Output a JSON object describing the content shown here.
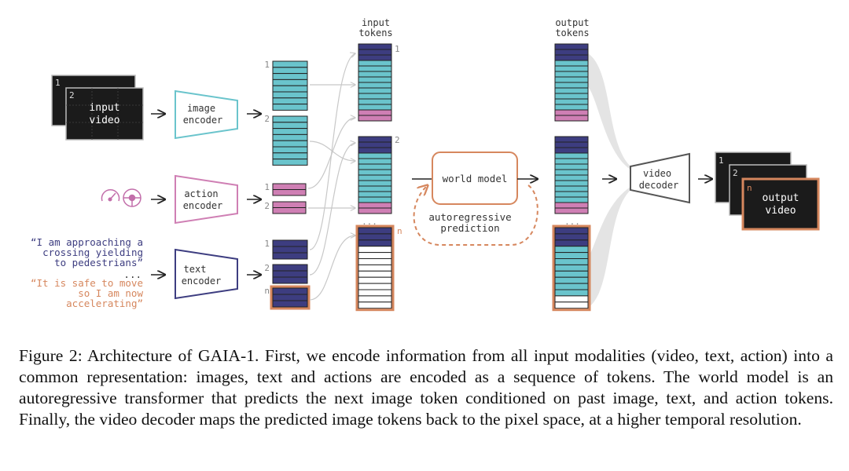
{
  "input_video": {
    "label_line1": "input",
    "label_line2": "video",
    "frame1_num": "1",
    "frame2_num": "2"
  },
  "image_encoder": {
    "line1": "image",
    "line2": "encoder"
  },
  "action_encoder": {
    "line1": "action",
    "line2": "encoder"
  },
  "text_encoder": {
    "line1": "text",
    "line2": "encoder"
  },
  "prompts": {
    "prompt1": [
      "“I am approaching a",
      "crossing yielding",
      "to pedestrians”"
    ],
    "ellipsis": "...",
    "prompt2": [
      "“It is safe to move",
      "so I am now",
      "accelerating”"
    ]
  },
  "token_index": {
    "one": "1",
    "two": "2",
    "n": "n",
    "dots": "..."
  },
  "input_tokens": {
    "line1": "input",
    "line2": "tokens"
  },
  "output_tokens": {
    "line1": "output",
    "line2": "tokens"
  },
  "world_model": {
    "label": "world model",
    "loop_line1": "autoregressive",
    "loop_line2": "prediction"
  },
  "video_decoder": {
    "line1": "video",
    "line2": "decoder"
  },
  "output_video": {
    "label_line1": "output",
    "label_line2": "video",
    "frame1_num": "1",
    "frame2_num": "2",
    "frame_n": "n"
  },
  "caption": "Figure 2: Architecture of GAIA-1. First, we encode information from all input modalities (video, text, action) into a common representation: images, text and actions are encoded as a sequence of tokens. The world model is an autoregressive transformer that predicts the next image token conditioned on past image, text, and action tokens. Finally, the video decoder maps the predicted image tokens back to the pixel space, at a higher temporal resolution.",
  "colors": {
    "image_token": "#6ac4cc",
    "action_token": "#cf7fb4",
    "text_token": "#3d3d80",
    "highlight": "#d6875e",
    "action_accent": "#c26eaa"
  }
}
